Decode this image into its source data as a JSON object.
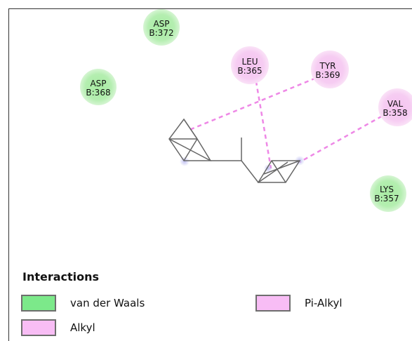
{
  "colors": {
    "van_der_waals": "#a8eba3",
    "van_der_waals_glow": "#d6f5d3",
    "alkyl": "#f4c4f0",
    "alkyl_glow": "#fae2f7",
    "pi_alkyl": "#f9b8f6",
    "bond_line": "#ee88e6",
    "ligand": "#666666",
    "swatch_green": "#7ce98a",
    "swatch_pink": "#f8bdf5"
  },
  "residues": [
    {
      "id": "asp372",
      "name": "ASP",
      "chain_id": "B:372",
      "type": "van_der_waals"
    },
    {
      "id": "asp368",
      "name": "ASP",
      "chain_id": "B:368",
      "type": "van_der_waals"
    },
    {
      "id": "leu365",
      "name": "LEU",
      "chain_id": "B:365",
      "type": "alkyl"
    },
    {
      "id": "tyr369",
      "name": "TYR",
      "chain_id": "B:369",
      "type": "alkyl"
    },
    {
      "id": "val358",
      "name": "VAL",
      "chain_id": "B:358",
      "type": "alkyl"
    },
    {
      "id": "lys357",
      "name": "LYS",
      "chain_id": "B:357",
      "type": "van_der_waals"
    }
  ],
  "interactions": [
    {
      "residue": "leu365",
      "type": "alkyl"
    },
    {
      "residue": "tyr369",
      "type": "alkyl"
    },
    {
      "residue": "val358",
      "type": "alkyl"
    }
  ],
  "legend": {
    "title": "Interactions",
    "items": [
      {
        "label": "van der Waals",
        "color": "#7ce98a"
      },
      {
        "label": "Pi-Alkyl",
        "color": "#f8bdf5"
      },
      {
        "label": "Alkyl",
        "color": "#f8bdf5"
      }
    ]
  }
}
